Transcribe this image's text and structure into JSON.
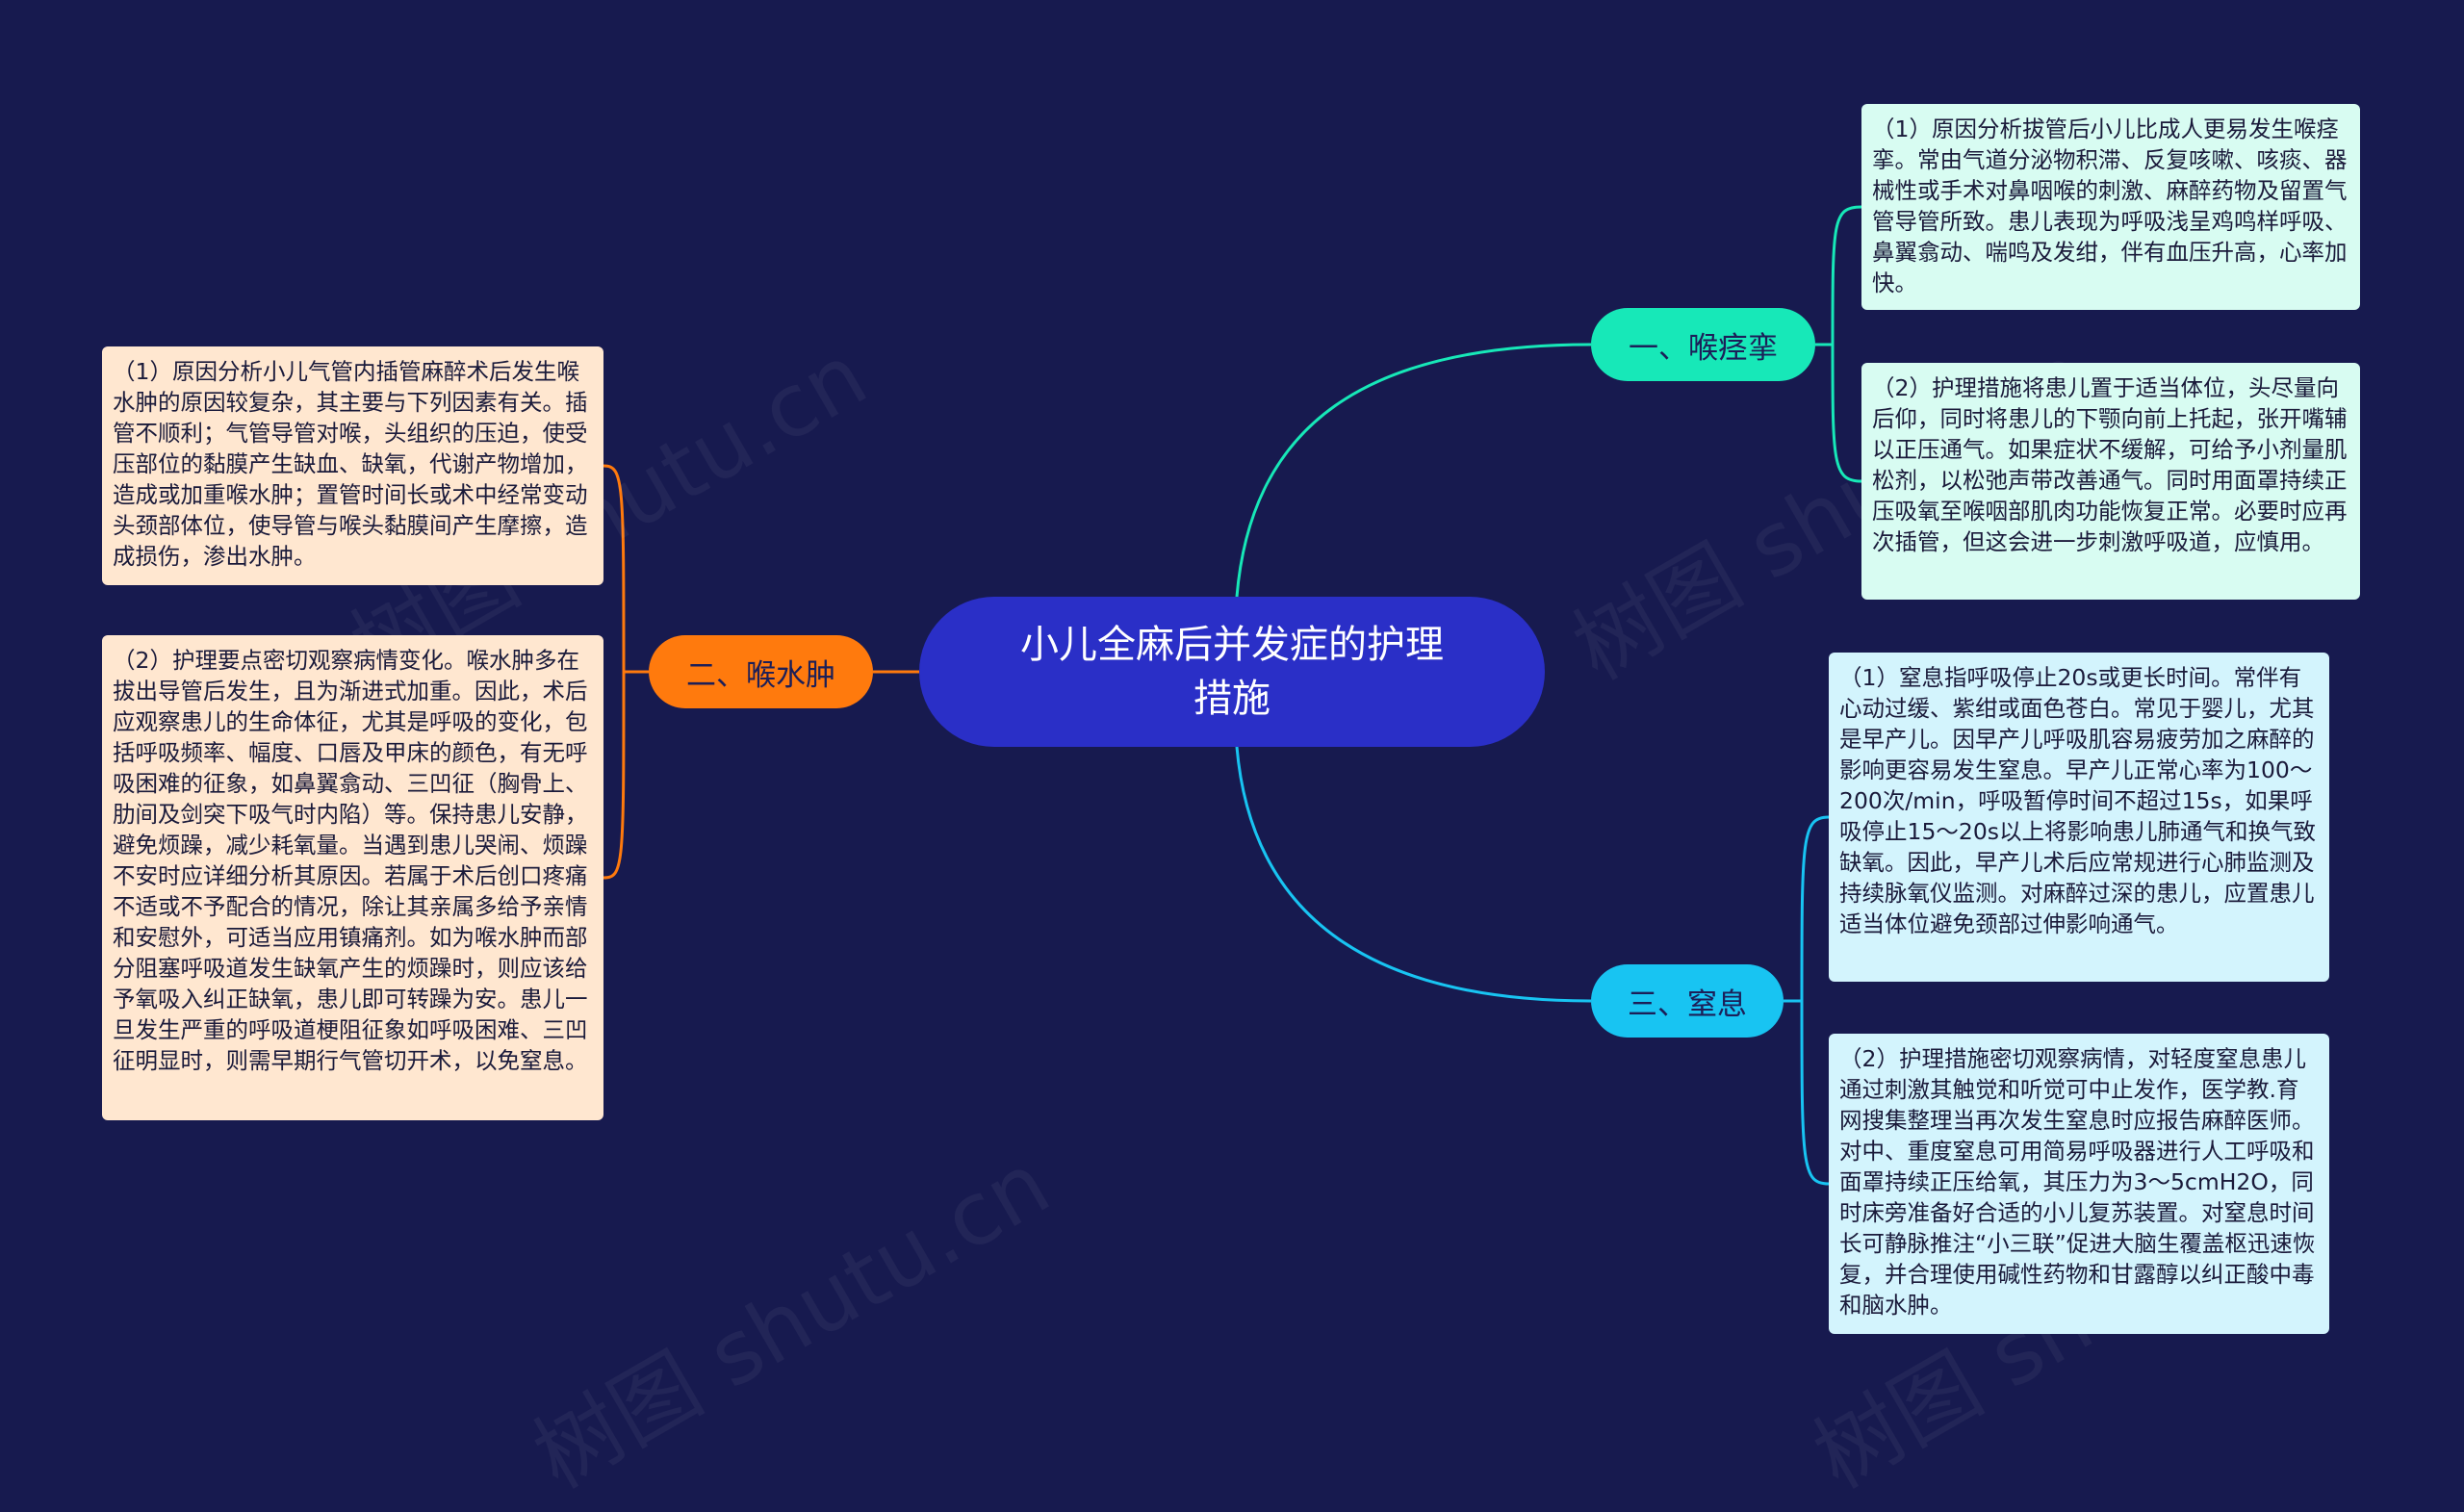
{
  "center": {
    "title": "小儿全麻后并发症的护理措施"
  },
  "colors": {
    "background": "#171a4f",
    "center": "#2a2fc7",
    "branch1": "#17e8b8",
    "branch2": "#ff7a0d",
    "branch3": "#18c4f2"
  },
  "branches": [
    {
      "label": "一、喉痉挛",
      "leaves": [
        "（1）原因分析拔管后小儿比成人更易发生喉痉挛。常由气道分泌物积滞、反复咳嗽、咳痰、器械性或手术对鼻咽喉的刺激、麻醉药物及留置气管导管所致。患儿表现为呼吸浅呈鸡鸣样呼吸、鼻翼翕动、喘鸣及发绀，伴有血压升高，心率加快。",
        "（2）护理措施将患儿置于适当体位，头尽量向后仰，同时将患儿的下颚向前上托起，张开嘴辅以正压通气。如果症状不缓解，可给予小剂量肌松剂，以松弛声带改善通气。同时用面罩持续正压吸氧至喉咽部肌肉功能恢复正常。必要时应再次插管，但这会进一步刺激呼吸道，应慎用。"
      ]
    },
    {
      "label": "二、喉水肿",
      "leaves": [
        "（1）原因分析小儿气管内插管麻醉术后发生喉水肿的原因较复杂，其主要与下列因素有关。插管不顺利；气管导管对喉，头组织的压迫，使受压部位的黏膜产生缺血、缺氧，代谢产物增加，造成或加重喉水肿；置管时间长或术中经常变动头颈部体位，使导管与喉头黏膜间产生摩擦，造成损伤，渗出水肿。",
        "（2）护理要点密切观察病情变化。喉水肿多在拔出导管后发生，且为渐进式加重。因此，术后应观察患儿的生命体征，尤其是呼吸的变化，包括呼吸频率、幅度、口唇及甲床的颜色，有无呼吸困难的征象，如鼻翼翕动、三凹征（胸骨上、肋间及剑突下吸气时内陷）等。保持患儿安静，避免烦躁，减少耗氧量。当遇到患儿哭闹、烦躁不安时应详细分析其原因。若属于术后创口疼痛不适或不予配合的情况，除让其亲属多给予亲情和安慰外，可适当应用镇痛剂。如为喉水肿而部分阻塞呼吸道发生缺氧产生的烦躁时，则应该给予氧吸入纠正缺氧，患儿即可转躁为安。患儿一旦发生严重的呼吸道梗阻征象如呼吸困难、三凹征明显时，则需早期行气管切开术，以免窒息。"
      ]
    },
    {
      "label": "三、窒息",
      "leaves": [
        "（1）窒息指呼吸停止20s或更长时间。常伴有心动过缓、紫绀或面色苍白。常见于婴儿，尤其是早产儿。因早产儿呼吸肌容易疲劳加之麻醉的影响更容易发生窒息。早产儿正常心率为100～200次/min，呼吸暂停时间不超过15s，如果呼吸停止15～20s以上将影响患儿肺通气和换气致缺氧。因此，早产儿术后应常规进行心肺监测及持续脉氧仪监测。对麻醉过深的患儿，应置患儿适当体位避免颈部过伸影响通气。",
        "（2）护理措施密切观察病情，对轻度窒息患儿通过刺激其触觉和听觉可中止发作，医学教.育网搜集整理当再次发生窒息时应报告麻醉医师。对中、重度窒息可用简易呼吸器进行人工呼吸和面罩持续正压给氧，其压力为3～5cmH2O，同时床旁准备好合适的小儿复苏装置。对窒息时间长可静脉推注“小三联”促进大脑生覆盖枢迅速恢复，并合理使用碱性药物和甘露醇以纠正酸中毒和脑水肿。"
      ]
    }
  ],
  "watermark": "树图 shutu.cn"
}
